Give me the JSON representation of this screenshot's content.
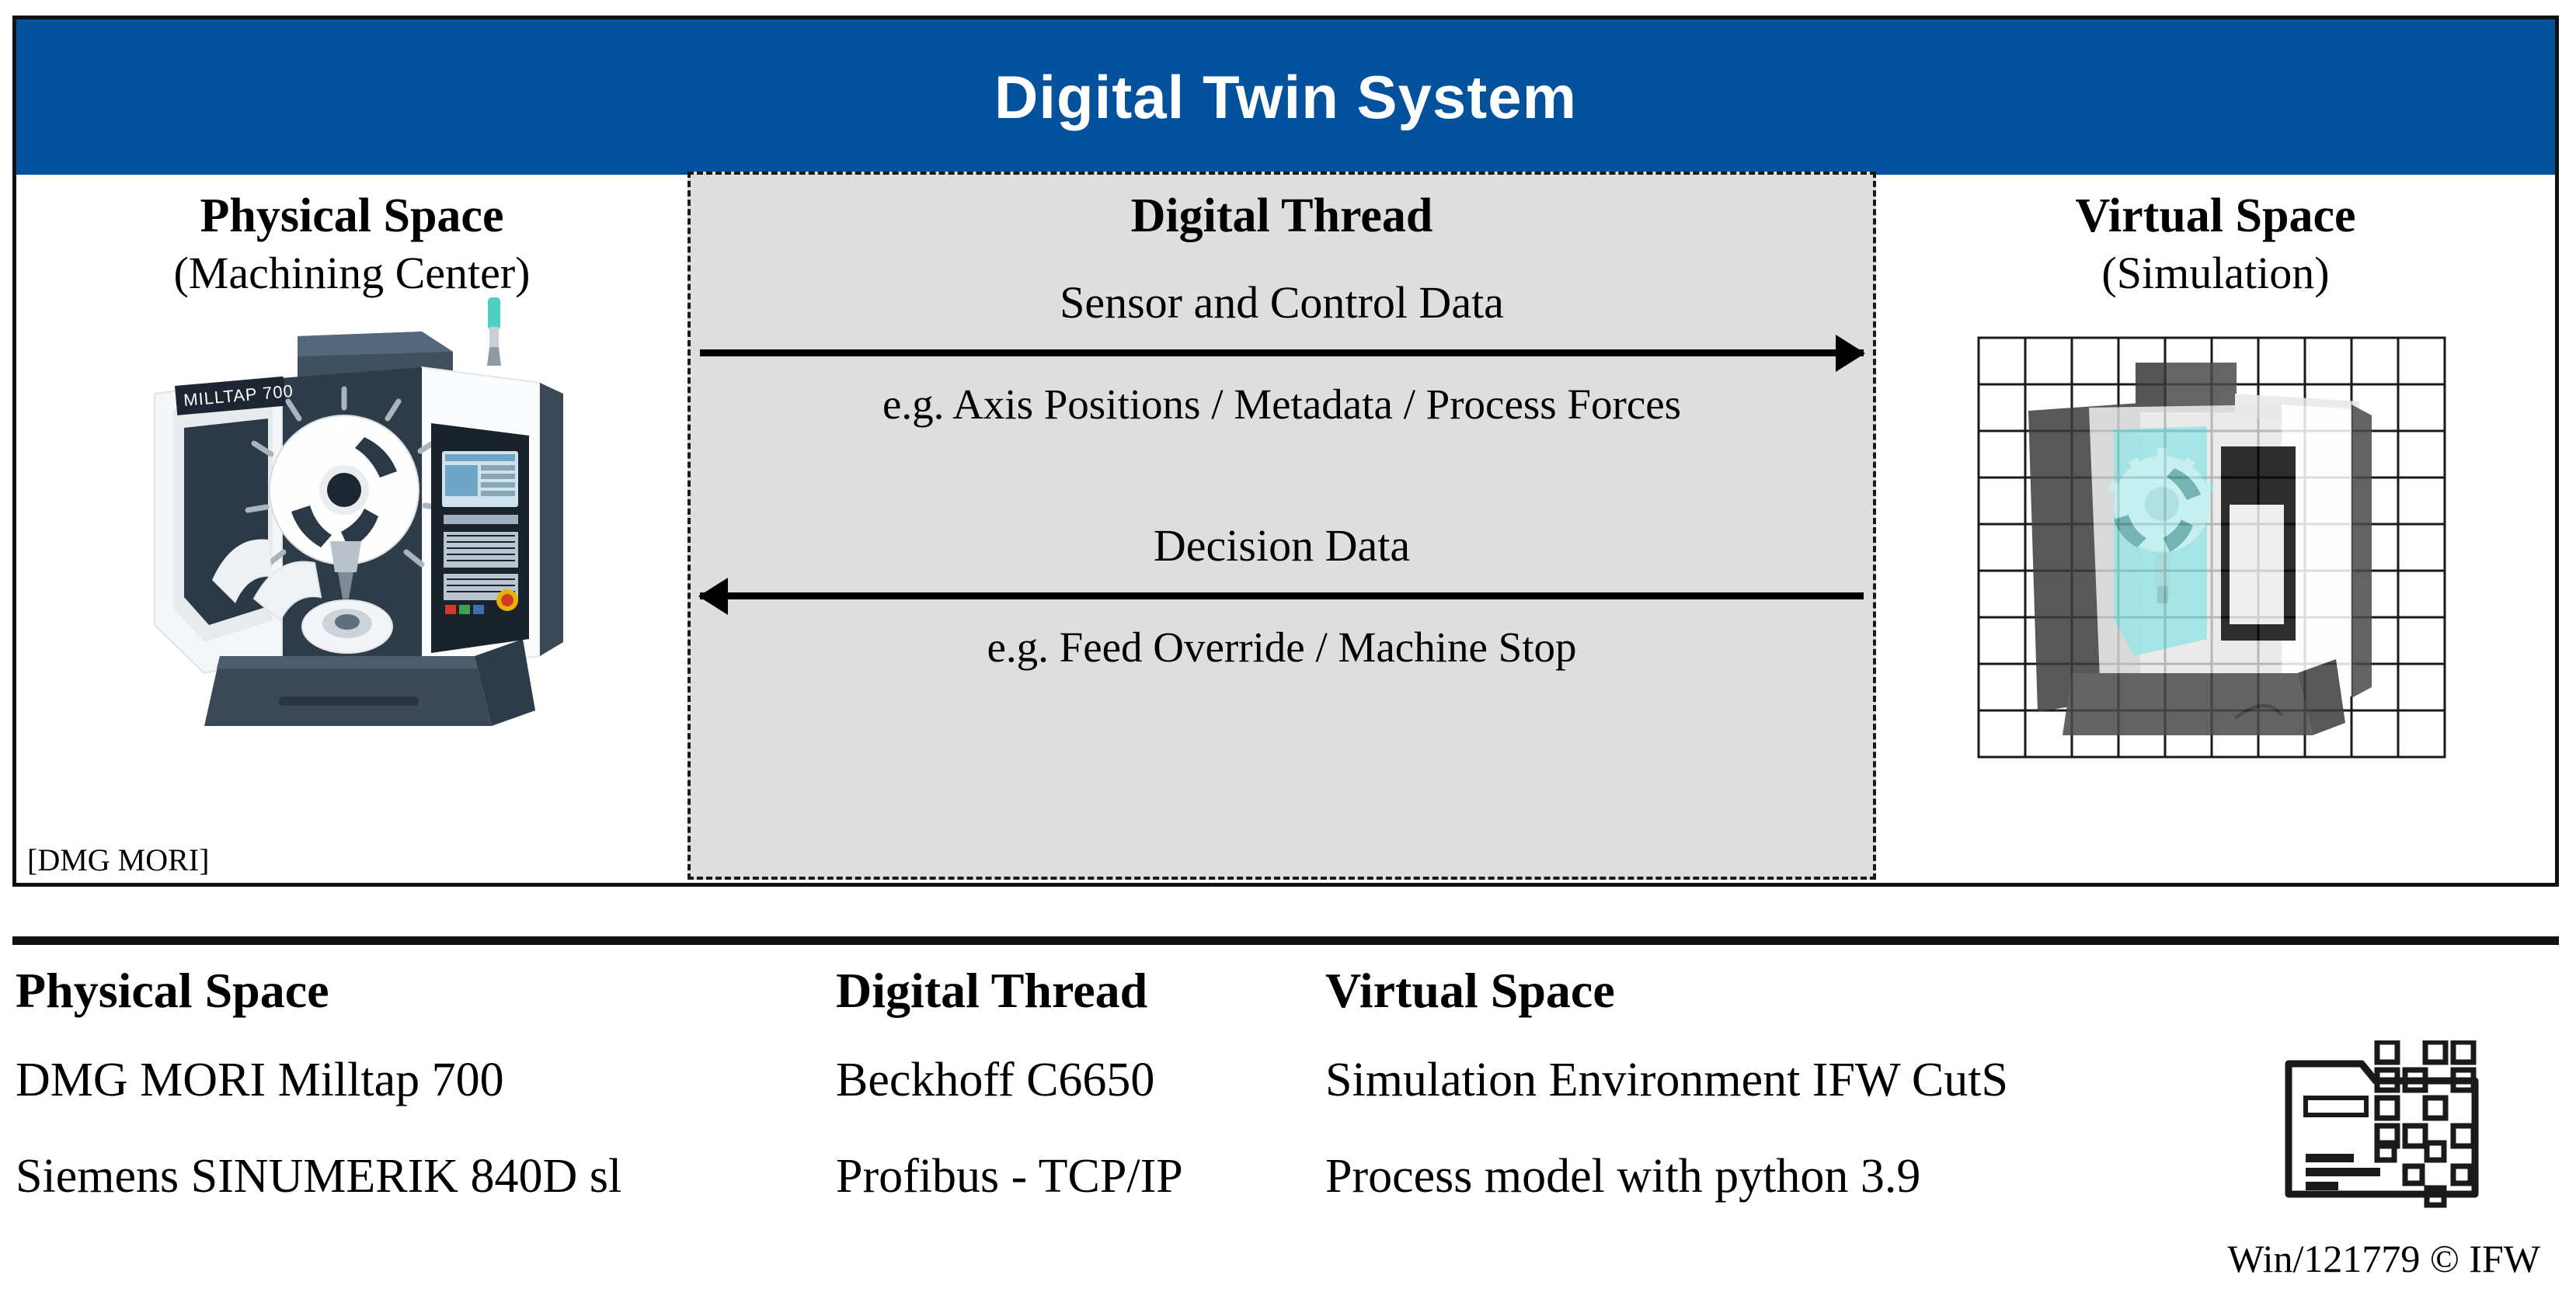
{
  "header": {
    "title": "Digital Twin System",
    "bar_color": "#04529d"
  },
  "panels": {
    "physical": {
      "title": "Physical Space",
      "subtitle": "(Machining Center)",
      "image_caption": "[DMG MORI]",
      "machine_label": "MILLTAP 700"
    },
    "thread": {
      "title": "Digital Thread",
      "flow_down": {
        "label": "Sensor and Control Data",
        "examples": "e.g. Axis Positions / Metadata / Process Forces",
        "direction": "right"
      },
      "flow_up": {
        "label": "Decision Data",
        "examples": "e.g. Feed Override / Machine Stop",
        "direction": "left"
      },
      "background_color": "#dededf"
    },
    "virtual": {
      "title": "Virtual Space",
      "subtitle": "(Simulation)"
    }
  },
  "legend": {
    "columns": [
      {
        "heading": "Physical Space",
        "rows": [
          "DMG MORI Milltap 700",
          "Siemens SINUMERIK 840D sl"
        ]
      },
      {
        "heading": "Digital Thread",
        "rows": [
          "Beckhoff C6650",
          "Profibus - TCP/IP"
        ]
      },
      {
        "heading": "Virtual Space",
        "rows": [
          "Simulation Environment IFW CutS",
          "Process model with python 3.9"
        ]
      }
    ]
  },
  "footer": {
    "credit": "Win/121779 © IFW",
    "logo_name": "ifw-data-logo"
  }
}
